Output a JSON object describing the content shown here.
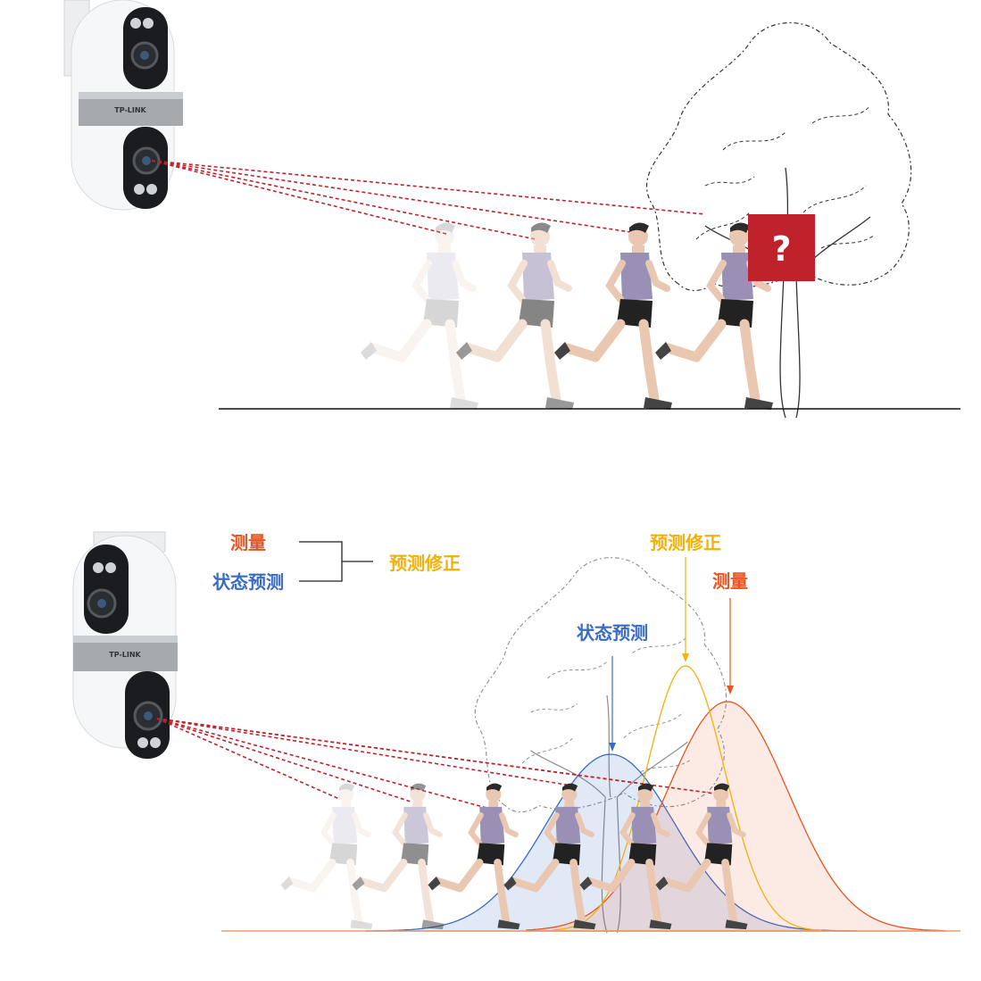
{
  "brand": "TP-LINK",
  "unknown_symbol": "?",
  "labels": {
    "measure": "测量",
    "state_predict": "状态预测",
    "predict_correct": "预测修正"
  },
  "colors": {
    "measure": "#e8531f",
    "state_predict": "#3a6cc4",
    "predict_correct": "#f2b10a",
    "unknown_box": "#c0222c",
    "laser": "#c0222c",
    "runner_shirt": "#9a8fb5",
    "runner_shorts": "#222222",
    "skin": "#e9c7b0"
  },
  "icons": [
    "security-camera-icon",
    "tree-icon",
    "runner-icon",
    "question-box-icon"
  ]
}
